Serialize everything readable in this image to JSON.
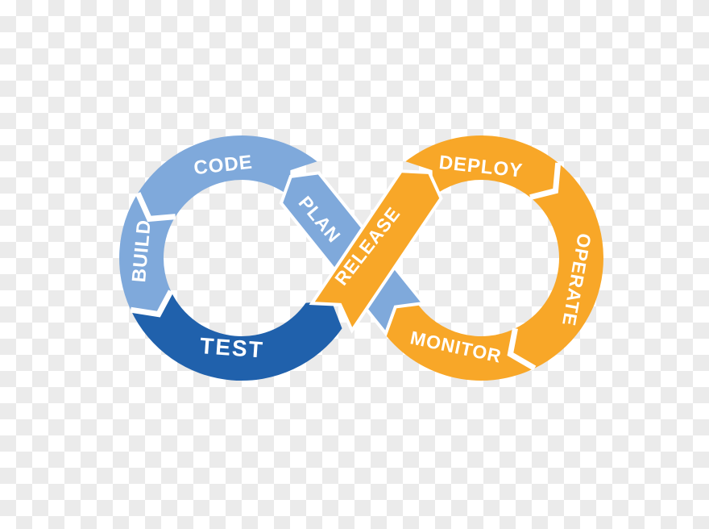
{
  "diagram": {
    "stages": [
      {
        "id": "plan",
        "label": "PLAN",
        "color_key": "light_blue"
      },
      {
        "id": "code",
        "label": "CODE",
        "color_key": "light_blue"
      },
      {
        "id": "build",
        "label": "BUILD",
        "color_key": "light_blue"
      },
      {
        "id": "test",
        "label": "TEST",
        "color_key": "dark_blue"
      },
      {
        "id": "release",
        "label": "RELEASE",
        "color_key": "orange"
      },
      {
        "id": "deploy",
        "label": "DEPLOY",
        "color_key": "orange"
      },
      {
        "id": "operate",
        "label": "OPERATE",
        "color_key": "orange"
      },
      {
        "id": "monitor",
        "label": "MONITOR",
        "color_key": "orange"
      }
    ],
    "colors": {
      "light_blue": "#7FA9DB",
      "dark_blue": "#2061AC",
      "orange": "#F8A728",
      "label_text": "#FFFFFF",
      "gap_white": "#FFFFFF",
      "checker_light": "#FFFFFF",
      "checker_dark": "#EBEBEB"
    }
  }
}
